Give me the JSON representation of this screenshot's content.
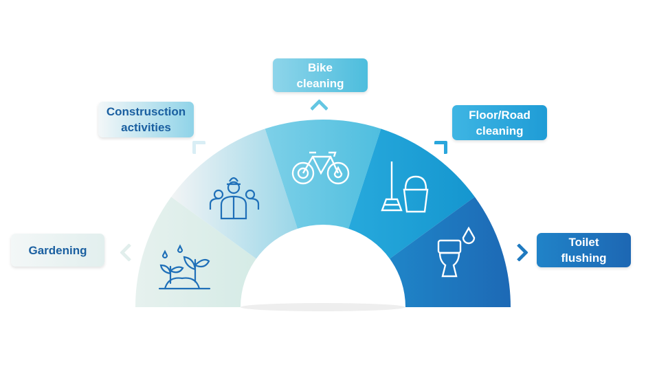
{
  "segments": [
    {
      "label": "Gardening",
      "icon": "plant-icon",
      "colors": [
        "#e6f1ee",
        "#d5ebe6"
      ],
      "icon_color": "#1e6fb8",
      "text_color": "#1a5fa0"
    },
    {
      "label": "Construsction activities",
      "icon": "workers-icon",
      "colors": [
        "#f2f4f5",
        "#9ad6e8"
      ],
      "icon_color": "#1e6fb8",
      "text_color": "#1a5fa0"
    },
    {
      "label": "Bike cleaning",
      "icon": "bicycle-icon",
      "colors": [
        "#7dd0e8",
        "#4fbedf"
      ],
      "icon_color": "#ffffff",
      "text_color": "#ffffff"
    },
    {
      "label": "Floor/Road cleaning",
      "icon": "broom-bucket-icon",
      "colors": [
        "#27a9dc",
        "#1596cf"
      ],
      "icon_color": "#ffffff",
      "text_color": "#ffffff"
    },
    {
      "label": "Toilet flushing",
      "icon": "toilet-icon",
      "colors": [
        "#1f85c8",
        "#1d69b5"
      ],
      "icon_color": "#ffffff",
      "text_color": "#ffffff"
    }
  ],
  "labels": {
    "gardening": "Gardening",
    "construction_1": "Construsction",
    "construction_2": "activities",
    "bike_1": "Bike",
    "bike_2": "cleaning",
    "floor_1": "Floor/Road",
    "floor_2": "cleaning",
    "toilet_1": "Toilet",
    "toilet_2": "flushing"
  }
}
